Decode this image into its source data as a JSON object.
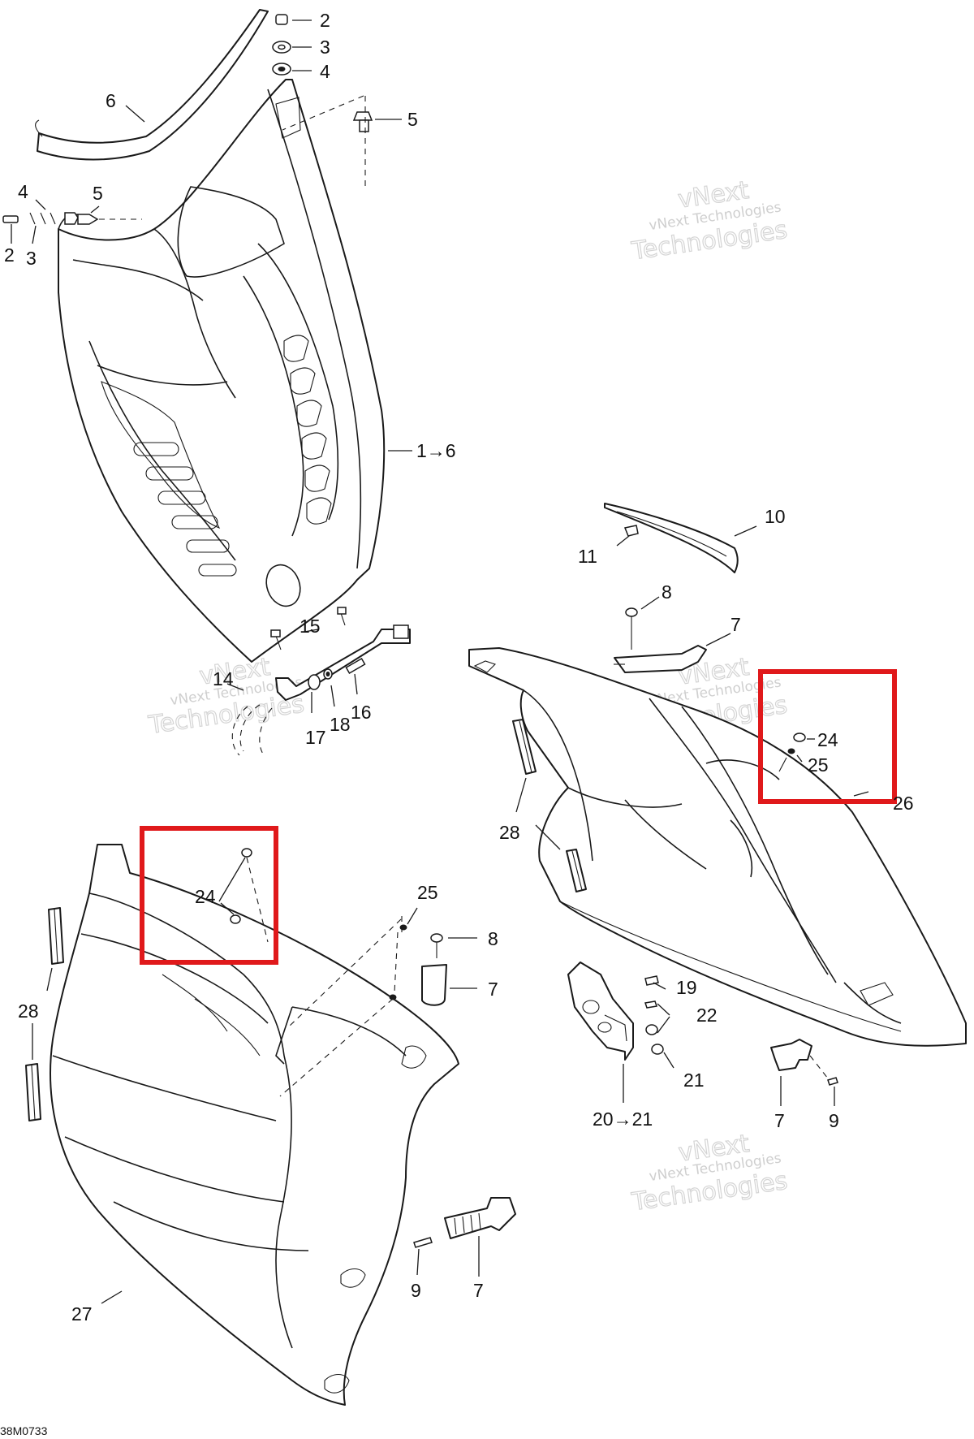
{
  "diagram_code": "38M0733",
  "watermark": {
    "line1": "vNext Technologies",
    "line2": "vNext",
    "line3": "Technologies"
  },
  "callout_color": "#e0191b",
  "callouts": [
    {
      "name": "callout-box-24-left",
      "ref": "24"
    },
    {
      "name": "callout-box-24-25-right",
      "ref": "24, 25"
    }
  ],
  "labels": {
    "l2a": "2",
    "l3a": "3",
    "l4a": "4",
    "l5a": "5",
    "l6": "6",
    "l4b": "4",
    "l5b": "5",
    "l2b": "2",
    "l3b": "3",
    "l1to6": "1→6",
    "l10": "10",
    "l11": "11",
    "l8a": "8",
    "l7a": "7",
    "l15": "15",
    "l14": "14",
    "l16": "16",
    "l17": "17",
    "l18": "18",
    "l24a": "24",
    "l25a": "25",
    "l26": "26",
    "l28a": "28",
    "l24b": "24",
    "l25b": "25",
    "l8b": "8",
    "l7b": "7",
    "l28b": "28",
    "l19": "19",
    "l22": "22",
    "l21": "21",
    "l20to21": "20→21",
    "l7c": "7",
    "l9a": "9",
    "l9b": "9",
    "l7d": "7",
    "l27": "27"
  }
}
